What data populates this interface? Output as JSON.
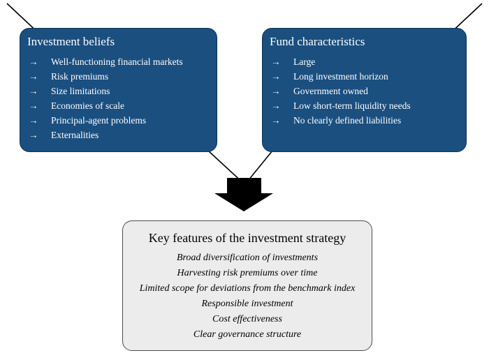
{
  "beliefs": {
    "title": "Investment beliefs",
    "items": [
      "Well-functioning financial markets",
      "Risk premiums",
      "Size limitations",
      "Economies of scale",
      "Principal-agent problems",
      "Externalities"
    ]
  },
  "fund": {
    "title": "Fund characteristics",
    "items": [
      "Large",
      "Long investment horizon",
      "Government owned",
      "Low short-term liquidity needs",
      "No clearly defined liabilities"
    ]
  },
  "strategy": {
    "title": "Key features of the investment strategy",
    "items": [
      "Broad diversification of investments",
      "Harvesting risk premiums over time",
      "Limited scope for deviations from the benchmark index",
      "Responsible investment",
      "Cost effectiveness",
      "Clear governance structure"
    ]
  },
  "bullets": {
    "arrow": "→"
  },
  "colors": {
    "box_blue": "#1a4f80",
    "box_gray": "#ececec",
    "line_black": "#000000"
  }
}
